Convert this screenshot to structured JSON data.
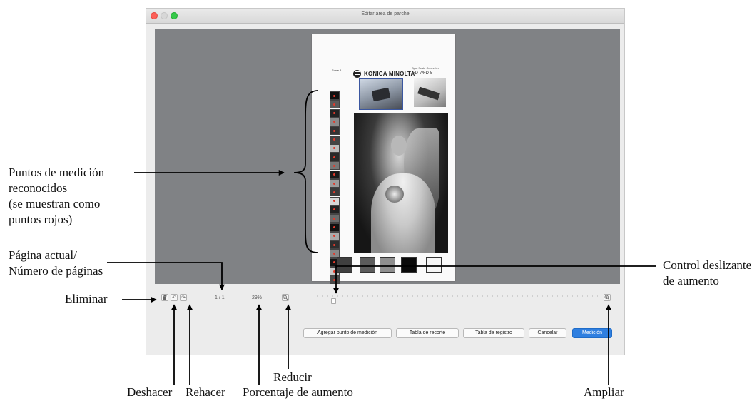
{
  "window": {
    "title": "Editar área de parche"
  },
  "page": {
    "brand_name": "KONICA MINOLTA",
    "model_subtitle": "Spot Scale Converter",
    "model_name": "FD-7/FD-5",
    "scale_label": "Scale A"
  },
  "controls": {
    "delete_icon": "trash-icon",
    "undo_icon": "undo-icon",
    "redo_icon": "redo-icon",
    "page_indicator": "1 / 1",
    "zoom_percent": "29%",
    "zoom_out_icon": "zoom-out-icon",
    "zoom_in_icon": "zoom-in-icon",
    "zoom_slider_value": 0.12
  },
  "buttons": {
    "add_point": "Agregar punto de medición",
    "crop_table": "Tabla de recorte",
    "registration_table": "Tabla de registro",
    "cancel": "Cancelar",
    "measure": "Medición"
  },
  "colors": {
    "primary_button": "#2f7fe0",
    "viewport_bg": "#808285",
    "measurement_dot": "#e23a2b"
  },
  "annotations": {
    "points_line1": "Puntos de medición",
    "points_line2": "reconocidos",
    "points_line3": "(se muestran como",
    "points_line4": "puntos rojos)",
    "page_line1": "Página actual/",
    "page_line2": "Número de páginas",
    "delete": "Eliminar",
    "slider_line1": "Control deslizante",
    "slider_line2": "de aumento",
    "undo": "Deshacer",
    "redo": "Rehacer",
    "zoom_percent": "Porcentaje de aumento",
    "zoom_out": "Reducir",
    "zoom_in": "Ampliar"
  }
}
